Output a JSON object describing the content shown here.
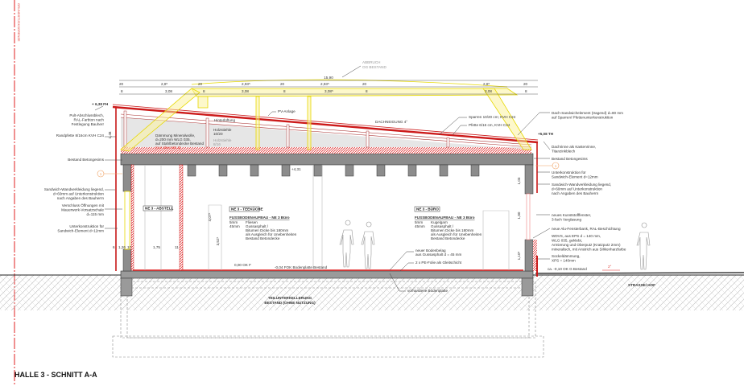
{
  "title": "HALLE 3 - SCHNITT A-A",
  "property_line": "GRUNDSTÜCKSGRENZE",
  "demolition": [
    "ABBRUCH",
    "OG BESTAND"
  ],
  "dimensions": {
    "overall": "15,90",
    "top_row": [
      "20",
      "2,8⁵",
      "20",
      "2,93⁵",
      "20",
      "2,93⁵",
      "20",
      "2,8⁵",
      "20"
    ],
    "second_row": [
      "8",
      "3,08",
      "8",
      "3,08",
      "8",
      "3,08⁵",
      "8",
      "3,08",
      "8"
    ],
    "left_height": "1,48",
    "room_height": "4,07⁵",
    "clear_height": "3,52⁵",
    "bottom_left": [
      "6",
      "1,26",
      "17",
      "1,75",
      "11"
    ],
    "right_heights": [
      "1,03",
      "1,80",
      "1,10⁵"
    ]
  },
  "levels": {
    "ridge": "+ 6,38 FH",
    "eave": "+5,08 TH",
    "slab": "+4,31",
    "floor": "0,00 OK F",
    "bodenplatte": "-0,04 FOK Bodenplatte Bestand",
    "terrain": "ca. -0,10 OK G Bestand",
    "slope": "2°"
  },
  "labels_left": [
    [
      "Pult-Abschlussblech,",
      "RAL-Farbton nach",
      "Festlegung Bauherr"
    ],
    [
      "Randpfette 8/16cm KVH C24"
    ],
    [
      "Bestand Betongesims"
    ],
    [
      "Sandwich-Wandverkleidung liegend,",
      "d=60mm auf Unterkonstruktion",
      "nach Angaben des Bauherrn"
    ],
    [
      "Verschluss Öffnungen mit",
      "Mauerwerk-Vorsatzschale",
      "d=115 mm"
    ],
    [
      "Unterkonstruktion für",
      "Sandwich-Element d=12mm"
    ]
  ],
  "labels_right": [
    [
      "Dach-Sandwichelement (tragend) d=80 mm",
      "auf Sparren/ Pfettenunterkonstruktion"
    ],
    [
      "Dachrinne als Kastenrinne,",
      "Titanzinkblech"
    ],
    [
      "Bestand Betongesims"
    ],
    [
      "Unterkonstruktion für",
      "Sandwich-Element d=12mm"
    ],
    [
      "Sandwich-Wandverkleidung liegend,",
      "d=60mm auf Unterkonstruktion",
      "nach Angaben des Bauherrn"
    ],
    [
      "neues Kunststofffenster,",
      "3-fach Verglasung"
    ],
    [
      "neue Alu-Fensterbank, RAL-Beschichtung"
    ],
    [
      "WDVS, aus EPS d = 140 mm,",
      "WLG 035, geklebt,",
      "Armierung und Oberputz (Kratzputz 2mm)",
      "mineralisch, mit Anstrich aus Silikonharzfarbe"
    ],
    [
      "Sockeldämmung,",
      "XPS = 140mm"
    ]
  ],
  "labels_roof": {
    "pv": "PV-Anlage",
    "hinterlueftung": "Hinterlüftung",
    "dachneigung": "DACHNEIGUNG 4°",
    "sparren": "Sparren 10/20 cm; KVH C24",
    "pfette": "Pfette 6/16 cm, KVH C24",
    "daemmung": [
      "Dämmung Mineralwolle,",
      "d=200 mm WLG 035,",
      "auf Stahlbetondecke Bestand"
    ],
    "daemmung_note": "(nur über NE 3)",
    "holzstiel": [
      "Holzstiehle",
      "10/20"
    ],
    "holzstiel_old": [
      "Holzstiehle",
      "8/16"
    ]
  },
  "rooms": [
    {
      "name": "NE 3 - ABSTELL"
    },
    {
      "name": "NE 3 - TEEKÜCHE",
      "heading": "FUSSBODENAUFBAU - NE 3 Büro",
      "rows": [
        [
          "5mm",
          "Fliesen"
        ],
        [
          "45mm",
          "Gussasphalt /"
        ]
      ],
      "extra": [
        "Bitumen Dicke bis 180mm",
        "als Ausgleich für Unebenheiten",
        "Bestand Betondecke"
      ]
    },
    {
      "name": "NE 3 - BÜRO",
      "heading": "FUSSBODENAUFBAU - NE 3 Büro",
      "rows": [
        [
          "5mm",
          "Kugelgarn"
        ],
        [
          "45mm",
          "Gussasphalt /"
        ]
      ],
      "extra": [
        "Bitumen Dicke bis 180mm",
        "als Ausgleich für Unebenheiten",
        "Bestand Betondecke"
      ]
    }
  ],
  "labels_floor": [
    [
      "neuer Bodenbelag",
      "aus Gussasphalt d = 45 mm"
    ],
    [
      "2 x PE-Folie als Gleitschicht"
    ],
    [
      "vorhandene Bodenplatte"
    ]
  ],
  "basement": [
    "TEILUNTERKELLERUNG",
    "BESTAND (OHNE NUTZUNG)"
  ],
  "street": "STRASSE/ HOF",
  "marker": "1",
  "colors": {
    "red": "#d42020",
    "yellow": "#f5e600",
    "concrete": "#8c8c8c",
    "orange": "#f0a060"
  }
}
